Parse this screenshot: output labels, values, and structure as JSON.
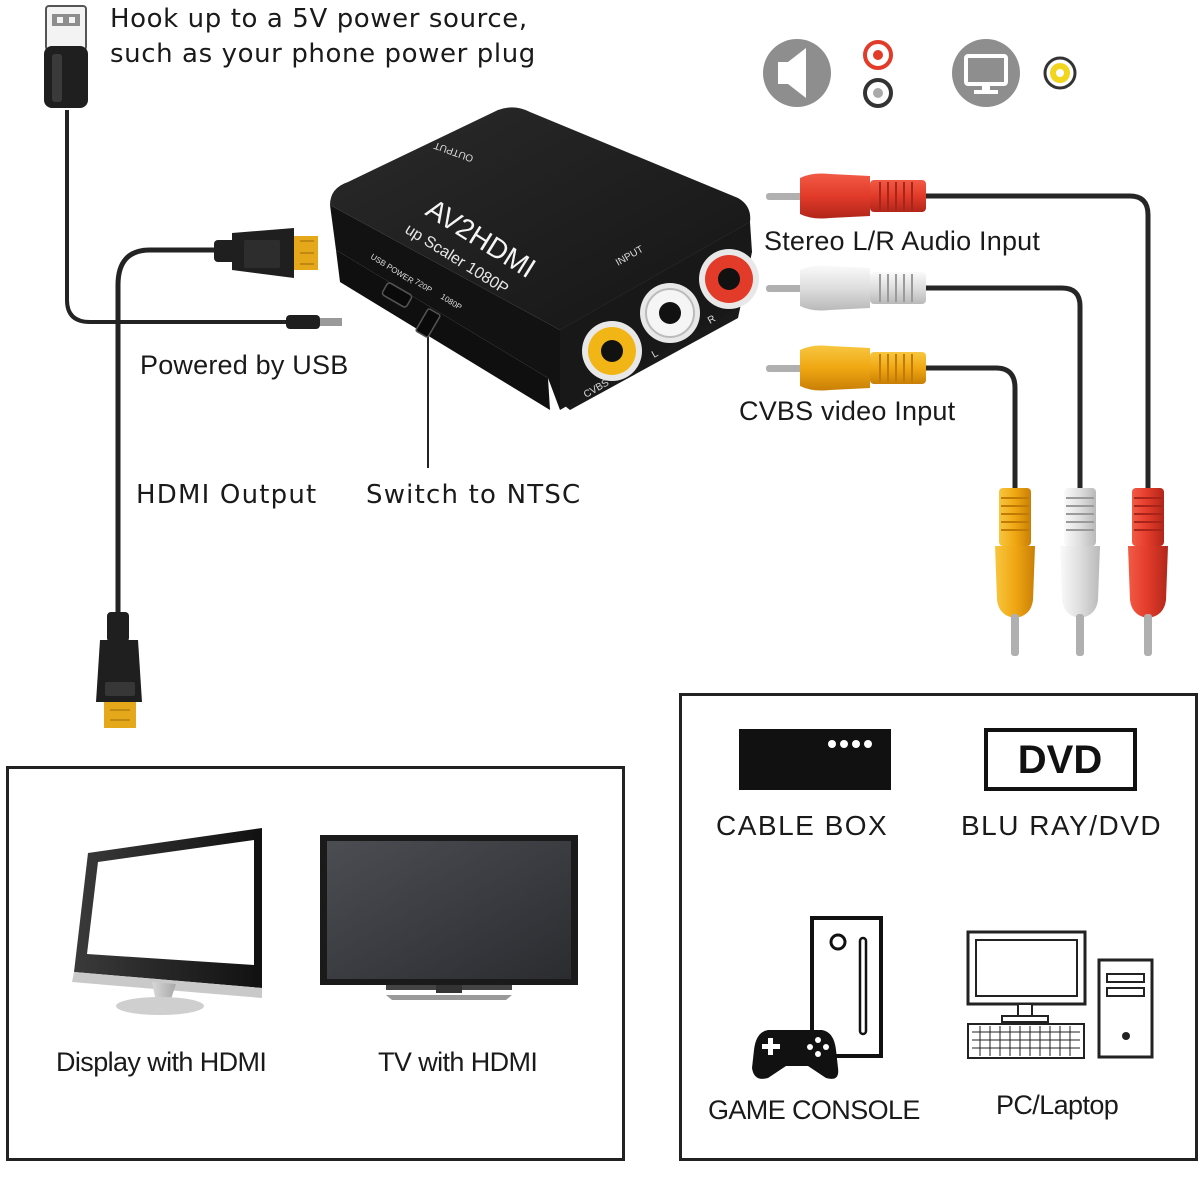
{
  "power_note": {
    "line1": "Hook up to a 5V power source,",
    "line2": "such as your phone power plug"
  },
  "callouts": {
    "powered_by_usb": "Powered by USB",
    "hdmi_output": "HDMI Output",
    "switch_to_ntsc": "Switch to NTSC",
    "stereo_audio_input": "Stereo L/R Audio Input",
    "cvbs_video_input": "CVBS video Input"
  },
  "adapter": {
    "brand": "AV2HDMI",
    "subtitle": "up Scaler 1080P",
    "output_label": "OUTPUT",
    "input_label": "INPUT",
    "usb_power_label": "USB POWER",
    "res_720": "720P",
    "res_1080": "1080P",
    "port_cvbs": "CVBS",
    "port_l": "L",
    "port_r": "R"
  },
  "displays": {
    "items": [
      {
        "label": "Display with HDMI",
        "icon": "monitor-icon"
      },
      {
        "label": "TV with HDMI",
        "icon": "tv-icon"
      }
    ]
  },
  "sources": {
    "dvd_badge": "DVD",
    "items": [
      {
        "label": "CABLE BOX",
        "icon": "cable-box-icon"
      },
      {
        "label": "BLU RAY/DVD",
        "icon": "dvd-player-icon"
      },
      {
        "label": "GAME CONSOLE",
        "icon": "game-console-icon"
      },
      {
        "label": "PC/Laptop",
        "icon": "pc-icon"
      }
    ]
  },
  "legend_icons": [
    "speaker-icon",
    "audio-rca-jacks-icon",
    "monitor-screen-icon",
    "video-rca-jack-icon"
  ],
  "colors": {
    "rca_red": "#e23b2a",
    "rca_white": "#e6e6e6",
    "rca_yellow": "#f2b516",
    "hdmi_gold": "#e5a81a",
    "adapter_body": "#1c1c1c",
    "icon_grey": "#8e8e8e"
  }
}
